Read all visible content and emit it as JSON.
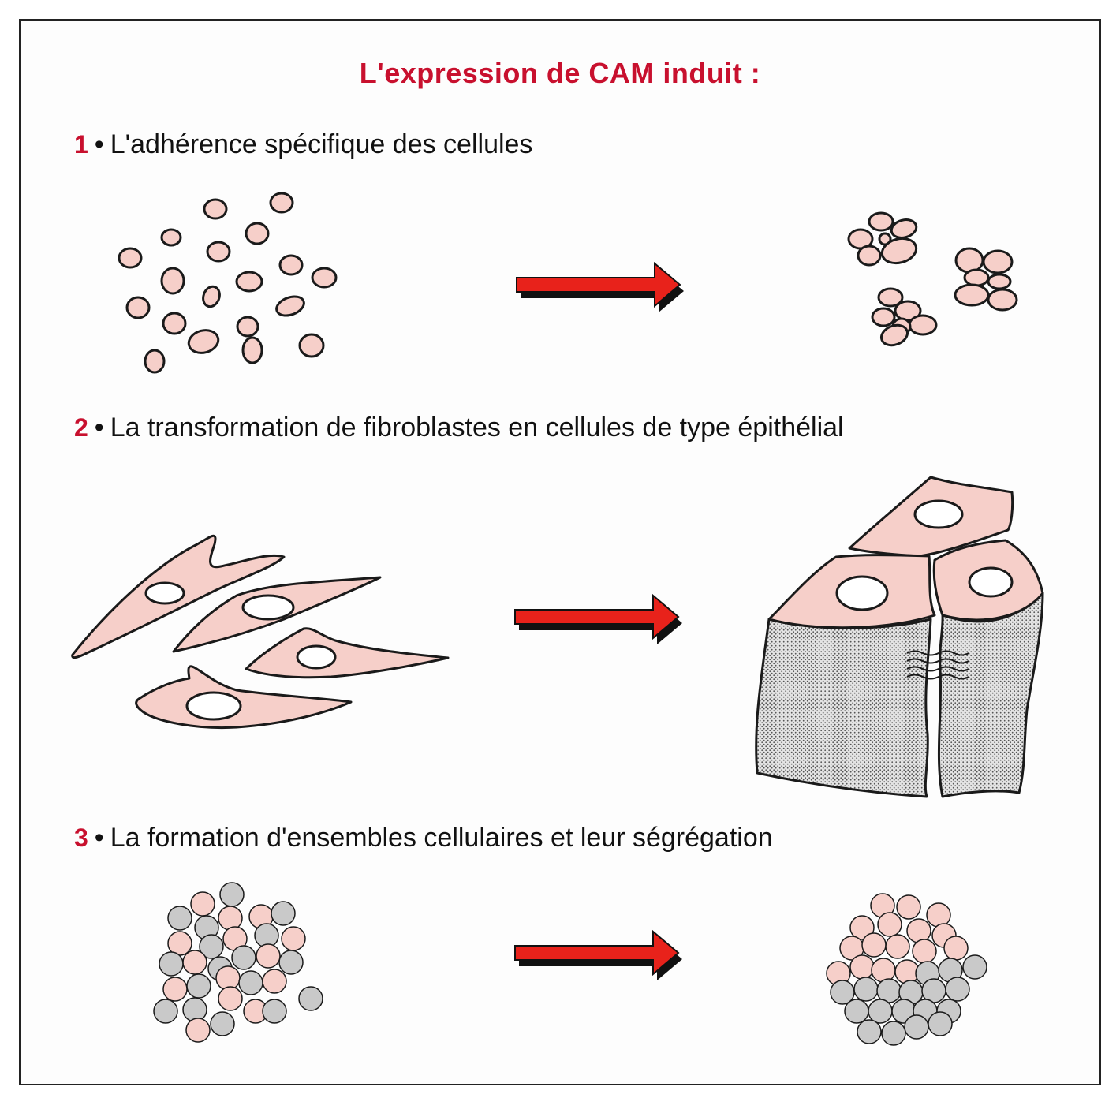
{
  "title": "L'expression de CAM induit :",
  "items": [
    {
      "number": "1",
      "bullet": "•",
      "text": "L'adhérence spécifique des cellules"
    },
    {
      "number": "2",
      "bullet": "•",
      "text": "La transformation de fibroblastes en cellules de type épithélial"
    },
    {
      "number": "3",
      "bullet": "•",
      "text": "La formation d'ensembles cellulaires et leur ségrégation"
    }
  ],
  "colors": {
    "title": "#c8102e",
    "number": "#c8102e",
    "arrow": "#e8221b",
    "arrow_shadow": "#111111",
    "cell_pink": "#f6cfc9",
    "cell_grey": "#c9c9c9",
    "outline": "#1a1a1a"
  }
}
